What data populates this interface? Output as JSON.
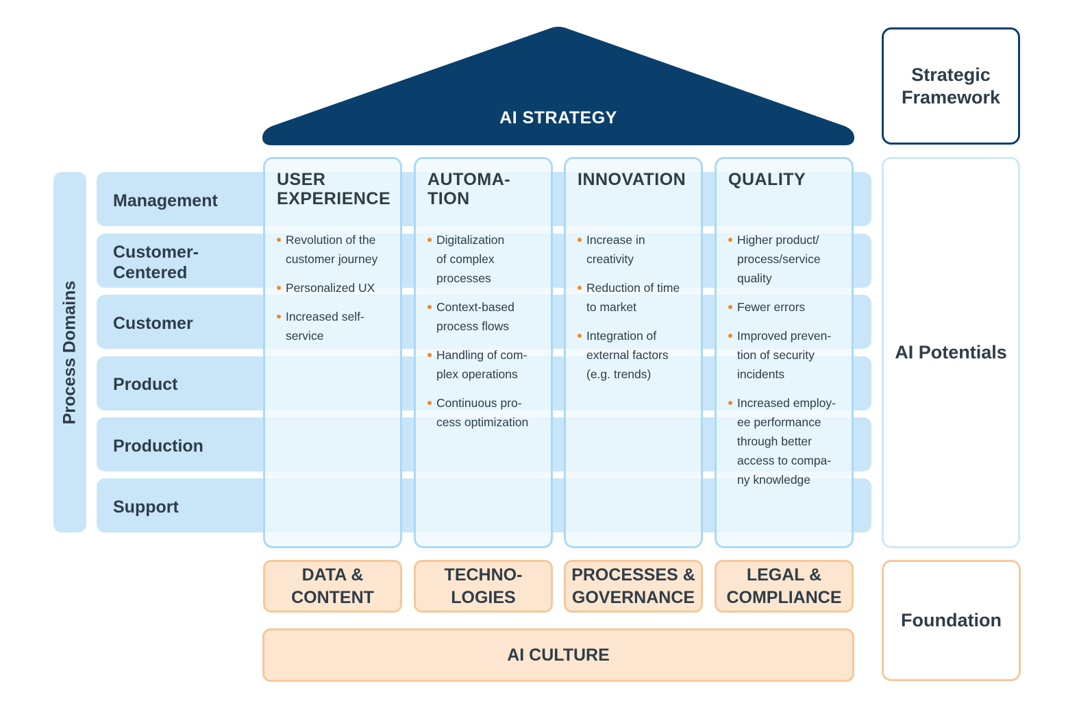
{
  "colors": {
    "roof": "#0b3f6b",
    "row_fill": "#c9e6f9",
    "pillar_border": "#a9daf6",
    "foundation_fill": "#fde6cf",
    "foundation_border": "#f7c79b",
    "bullet": "#f08a24",
    "text": "#2f3d48"
  },
  "roof": {
    "title": "AI STRATEGY"
  },
  "side_labels": {
    "strategic": "Strategic\nFramework",
    "potentials": "AI Potentials",
    "foundation": "Foundation"
  },
  "domains": {
    "label": "Process Domains",
    "rows": [
      "Management",
      "Customer-\nCentered",
      "Customer",
      "Product",
      "Production",
      "Support"
    ]
  },
  "pillars": [
    {
      "title": "USER\nEXPERIENCE",
      "items": [
        "Revolution of the\ncustomer journey",
        "Personalized UX",
        "Increased self-\nservice"
      ]
    },
    {
      "title": "AUTOMA-\nTION",
      "items": [
        "Digitalization\nof complex\nprocesses",
        "Context-based\nprocess flows",
        "Handling of com-\nplex operations",
        "Continuous pro-\ncess optimization"
      ]
    },
    {
      "title": "INNOVATION",
      "items": [
        "Increase in\ncreativity",
        "Reduction of time\nto market",
        "Integration of\nexternal factors\n(e.g. trends)"
      ]
    },
    {
      "title": "QUALITY",
      "items": [
        "Higher product/\nprocess/service\nquality",
        "Fewer errors",
        "Improved preven-\ntion of security\nincidents",
        "Increased employ-\nee performance\nthrough better\naccess to compa-\nny knowledge"
      ]
    }
  ],
  "foundations": [
    "DATA &\nCONTENT",
    "TECHNO-\nLOGIES",
    "PROCESSES &\nGOVERNANCE",
    "LEGAL &\nCOMPLIANCE"
  ],
  "culture": "AI CULTURE"
}
